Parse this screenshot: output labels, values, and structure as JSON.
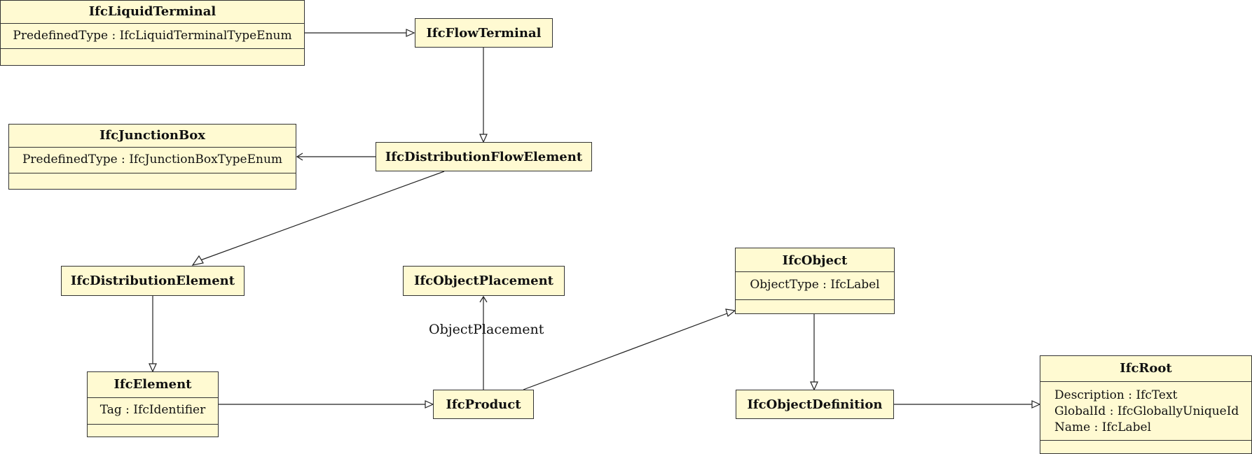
{
  "classes": {
    "liquid_terminal": {
      "name": "IfcLiquidTerminal",
      "attributes": [
        "PredefinedType : IfcLiquidTerminalTypeEnum"
      ]
    },
    "flow_terminal": {
      "name": "IfcFlowTerminal"
    },
    "junction_box": {
      "name": "IfcJunctionBox",
      "attributes": [
        "PredefinedType : IfcJunctionBoxTypeEnum"
      ]
    },
    "distribution_flow_element": {
      "name": "IfcDistributionFlowElement"
    },
    "distribution_element": {
      "name": "IfcDistributionElement"
    },
    "object_placement": {
      "name": "IfcObjectPlacement"
    },
    "object": {
      "name": "IfcObject",
      "attributes": [
        "ObjectType : IfcLabel"
      ]
    },
    "element": {
      "name": "IfcElement",
      "attributes": [
        "Tag : IfcIdentifier"
      ]
    },
    "product": {
      "name": "IfcProduct"
    },
    "object_definition": {
      "name": "IfcObjectDefinition"
    },
    "root": {
      "name": "IfcRoot",
      "attributes": [
        "Description : IfcText",
        "GlobalId : IfcGloballyUniqueId",
        "Name : IfcLabel"
      ]
    }
  },
  "edges": [
    {
      "from": "liquid_terminal",
      "to": "flow_terminal",
      "kind": "generalization"
    },
    {
      "from": "flow_terminal",
      "to": "distribution_flow_element",
      "kind": "generalization"
    },
    {
      "from": "distribution_flow_element",
      "to": "junction_box",
      "kind": "association"
    },
    {
      "from": "distribution_flow_element",
      "to": "distribution_element",
      "kind": "generalization"
    },
    {
      "from": "distribution_element",
      "to": "element",
      "kind": "generalization"
    },
    {
      "from": "element",
      "to": "product",
      "kind": "generalization"
    },
    {
      "from": "product",
      "to": "object_placement",
      "kind": "association",
      "label": "ObjectPlacement"
    },
    {
      "from": "product",
      "to": "object",
      "kind": "generalization"
    },
    {
      "from": "object",
      "to": "object_definition",
      "kind": "generalization"
    },
    {
      "from": "object_definition",
      "to": "root",
      "kind": "generalization"
    }
  ]
}
